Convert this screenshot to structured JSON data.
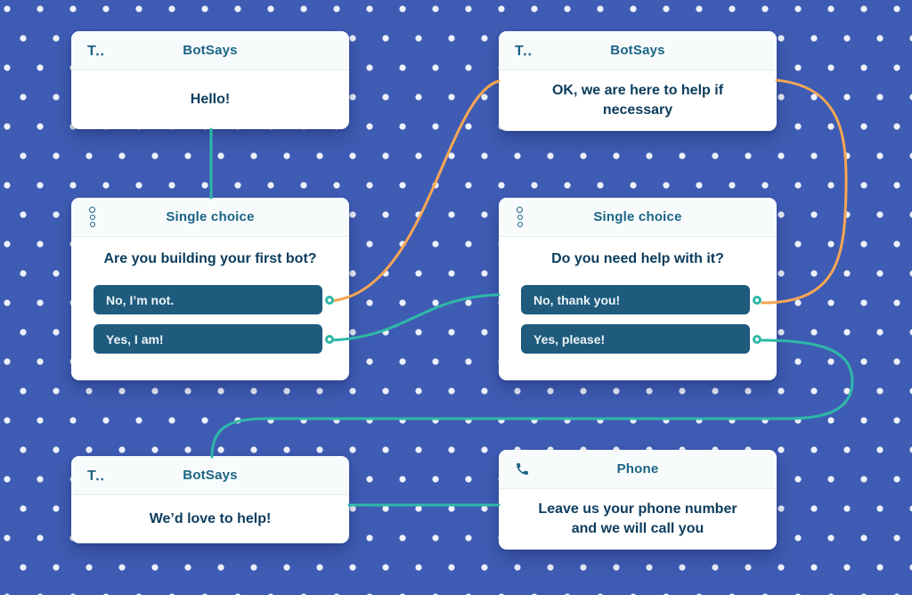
{
  "palette": {
    "canvas_bg": "#3f5cb4",
    "dot_color": "#eef2fb",
    "teal": "#2eb8a8",
    "orange": "#f7a654",
    "header_text": "#1b6485",
    "body_text": "#0b3c5c",
    "choice_bg": "#1e5b7d",
    "choice_text": "#edf4f7",
    "card_bg": "#ffffff",
    "header_bg": "#f8fbfc",
    "divider": "#e4ecef"
  },
  "icons": {
    "bot_says_glyph": "T‥",
    "single_choice": "stacked-radio-circles",
    "phone": "phone-receiver"
  },
  "nodes": {
    "bot_says_hello": {
      "title": "BotSays",
      "body": "Hello!"
    },
    "bot_says_ok": {
      "title": "BotSays",
      "body": "OK, we are here to help if necessary"
    },
    "single_choice_first_bot": {
      "title": "Single choice",
      "question": "Are you building your first bot?",
      "options": [
        "No, I’m not.",
        "Yes, I am!"
      ]
    },
    "single_choice_need_help": {
      "title": "Single choice",
      "question": "Do you need help with it?",
      "options": [
        "No, thank you!",
        "Yes, please!"
      ]
    },
    "bot_says_love_to_help": {
      "title": "BotSays",
      "body": "We’d love to help!"
    },
    "phone": {
      "title": "Phone",
      "body": "Leave us your phone number and we will call you"
    }
  },
  "connections": [
    {
      "from_node": "bot_says_hello",
      "to_node": "single_choice_first_bot",
      "color": "teal"
    },
    {
      "from_node": "single_choice_first_bot",
      "from_option": "No, I’m not.",
      "to_node": "bot_says_ok",
      "color": "orange"
    },
    {
      "from_node": "single_choice_first_bot",
      "from_option": "Yes, I am!",
      "to_node": "single_choice_need_help",
      "color": "teal"
    },
    {
      "from_node": "single_choice_need_help",
      "from_option": "No, thank you!",
      "to_node": "bot_says_ok",
      "color": "orange"
    },
    {
      "from_node": "single_choice_need_help",
      "from_option": "Yes, please!",
      "to_node": "bot_says_love_to_help",
      "color": "teal"
    },
    {
      "from_node": "bot_says_love_to_help",
      "to_node": "phone",
      "color": "teal"
    }
  ]
}
